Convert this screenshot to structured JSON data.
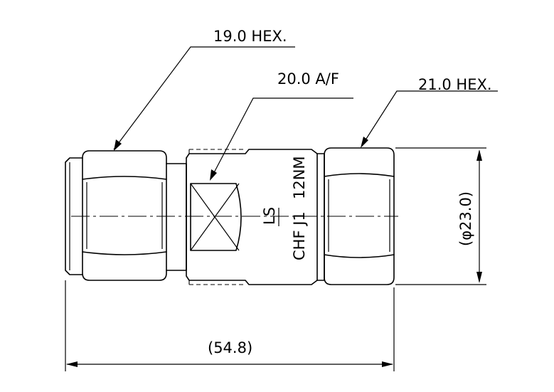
{
  "labels": {
    "hex_left": "19.0 HEX.",
    "af_middle": "20.0 A/F",
    "hex_right": "21.0 HEX.",
    "diameter": "(φ23.0)",
    "overall_length": "(54.8)"
  },
  "marking": {
    "line1": "12NM",
    "line2": "LS",
    "line3": "CHF J1"
  }
}
